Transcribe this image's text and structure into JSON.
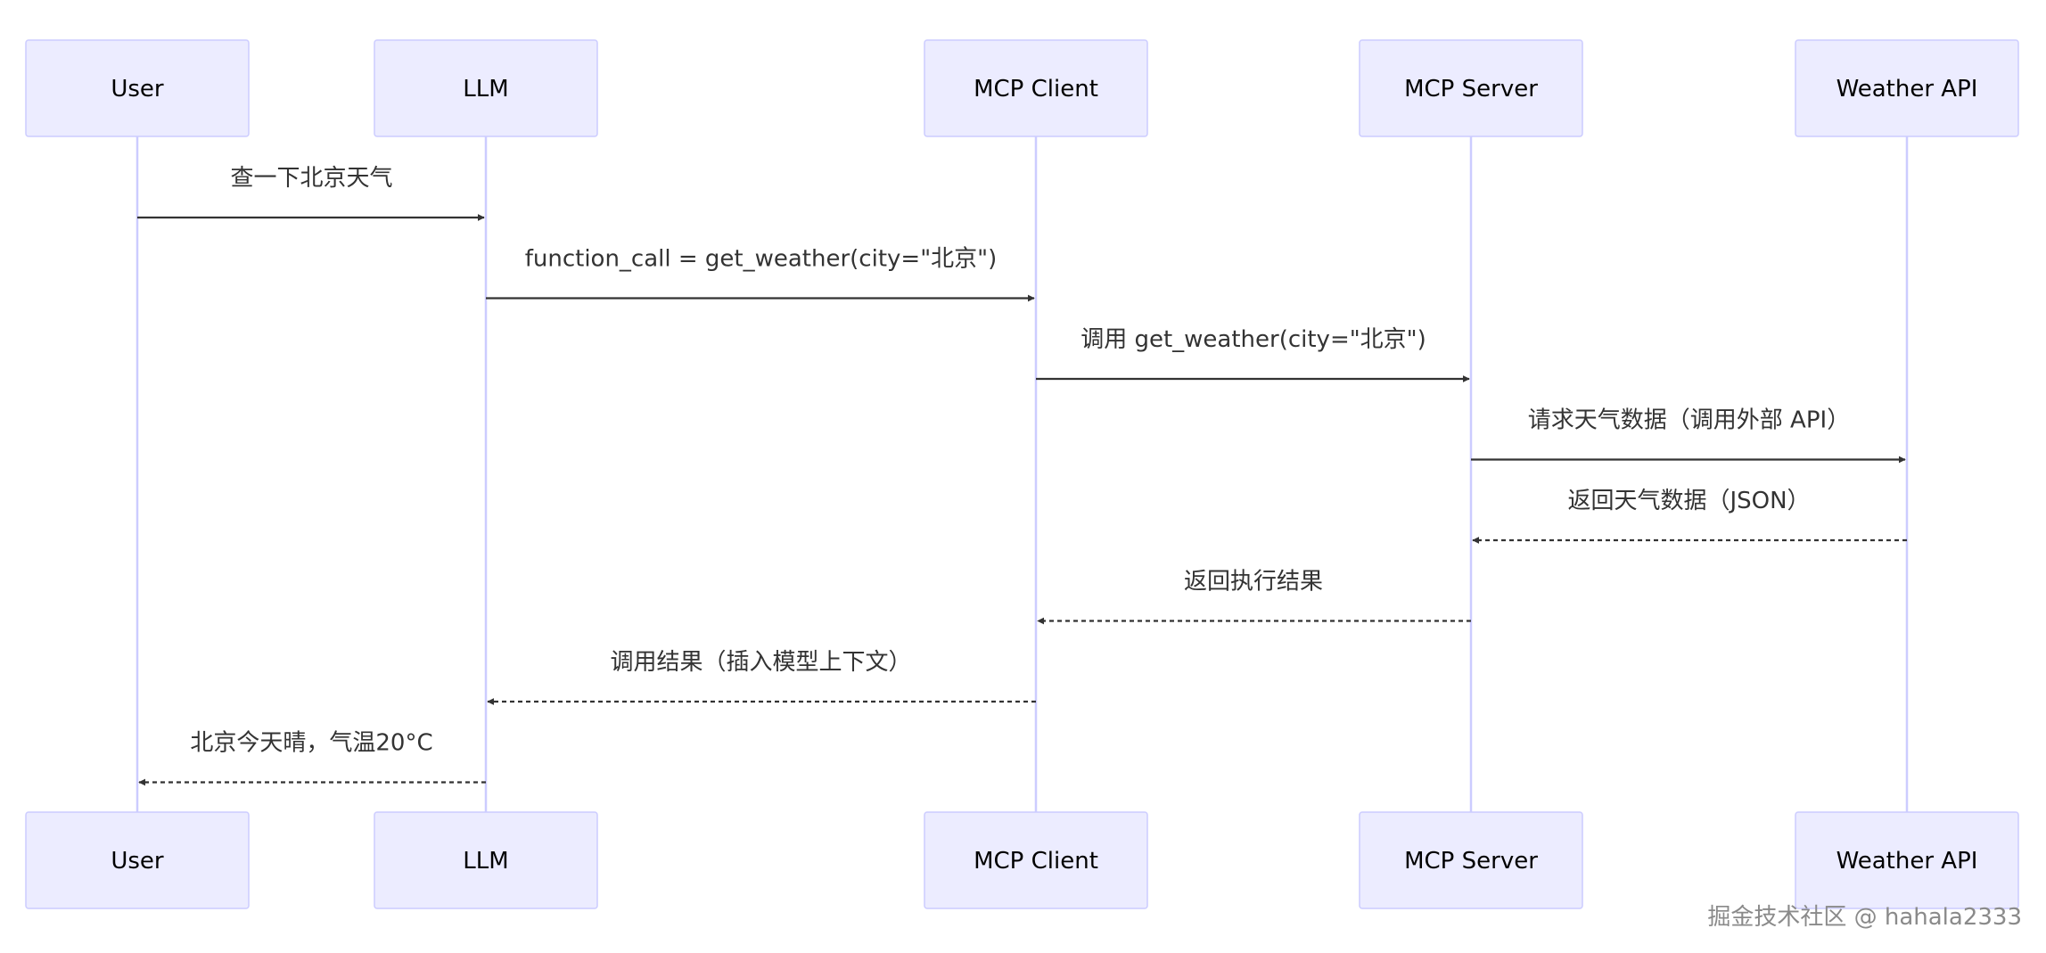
{
  "participants": [
    {
      "id": "user",
      "name": "User"
    },
    {
      "id": "llm",
      "name": "LLM"
    },
    {
      "id": "mcp_client",
      "name": "MCP Client"
    },
    {
      "id": "mcp_server",
      "name": "MCP Server"
    },
    {
      "id": "weather_api",
      "name": "Weather API"
    }
  ],
  "messages": [
    {
      "from": "user",
      "to": "llm",
      "text": "查一下北京天气",
      "style": "solid"
    },
    {
      "from": "llm",
      "to": "mcp_client",
      "text": "function_call = get_weather(city=\"北京\")",
      "style": "solid"
    },
    {
      "from": "mcp_client",
      "to": "mcp_server",
      "text": "调用 get_weather(city=\"北京\")",
      "style": "solid"
    },
    {
      "from": "mcp_server",
      "to": "weather_api",
      "text": "请求天气数据（调用外部 API）",
      "style": "solid"
    },
    {
      "from": "weather_api",
      "to": "mcp_server",
      "text": "返回天气数据（JSON）",
      "style": "dashed"
    },
    {
      "from": "mcp_server",
      "to": "mcp_client",
      "text": "返回执行结果",
      "style": "dashed"
    },
    {
      "from": "mcp_client",
      "to": "llm",
      "text": "调用结果（插入模型上下文）",
      "style": "dashed"
    },
    {
      "from": "llm",
      "to": "user",
      "text": "北京今天晴，气温20°C",
      "style": "dashed"
    }
  ],
  "watermark": "掘金技术社区 @ hahala2333",
  "colors": {
    "actor_fill": "#ECECFF",
    "actor_stroke": "#CCCCFF",
    "lifeline": "#CCCCFF",
    "message": "#333333",
    "watermark": "#8a8a8a"
  }
}
